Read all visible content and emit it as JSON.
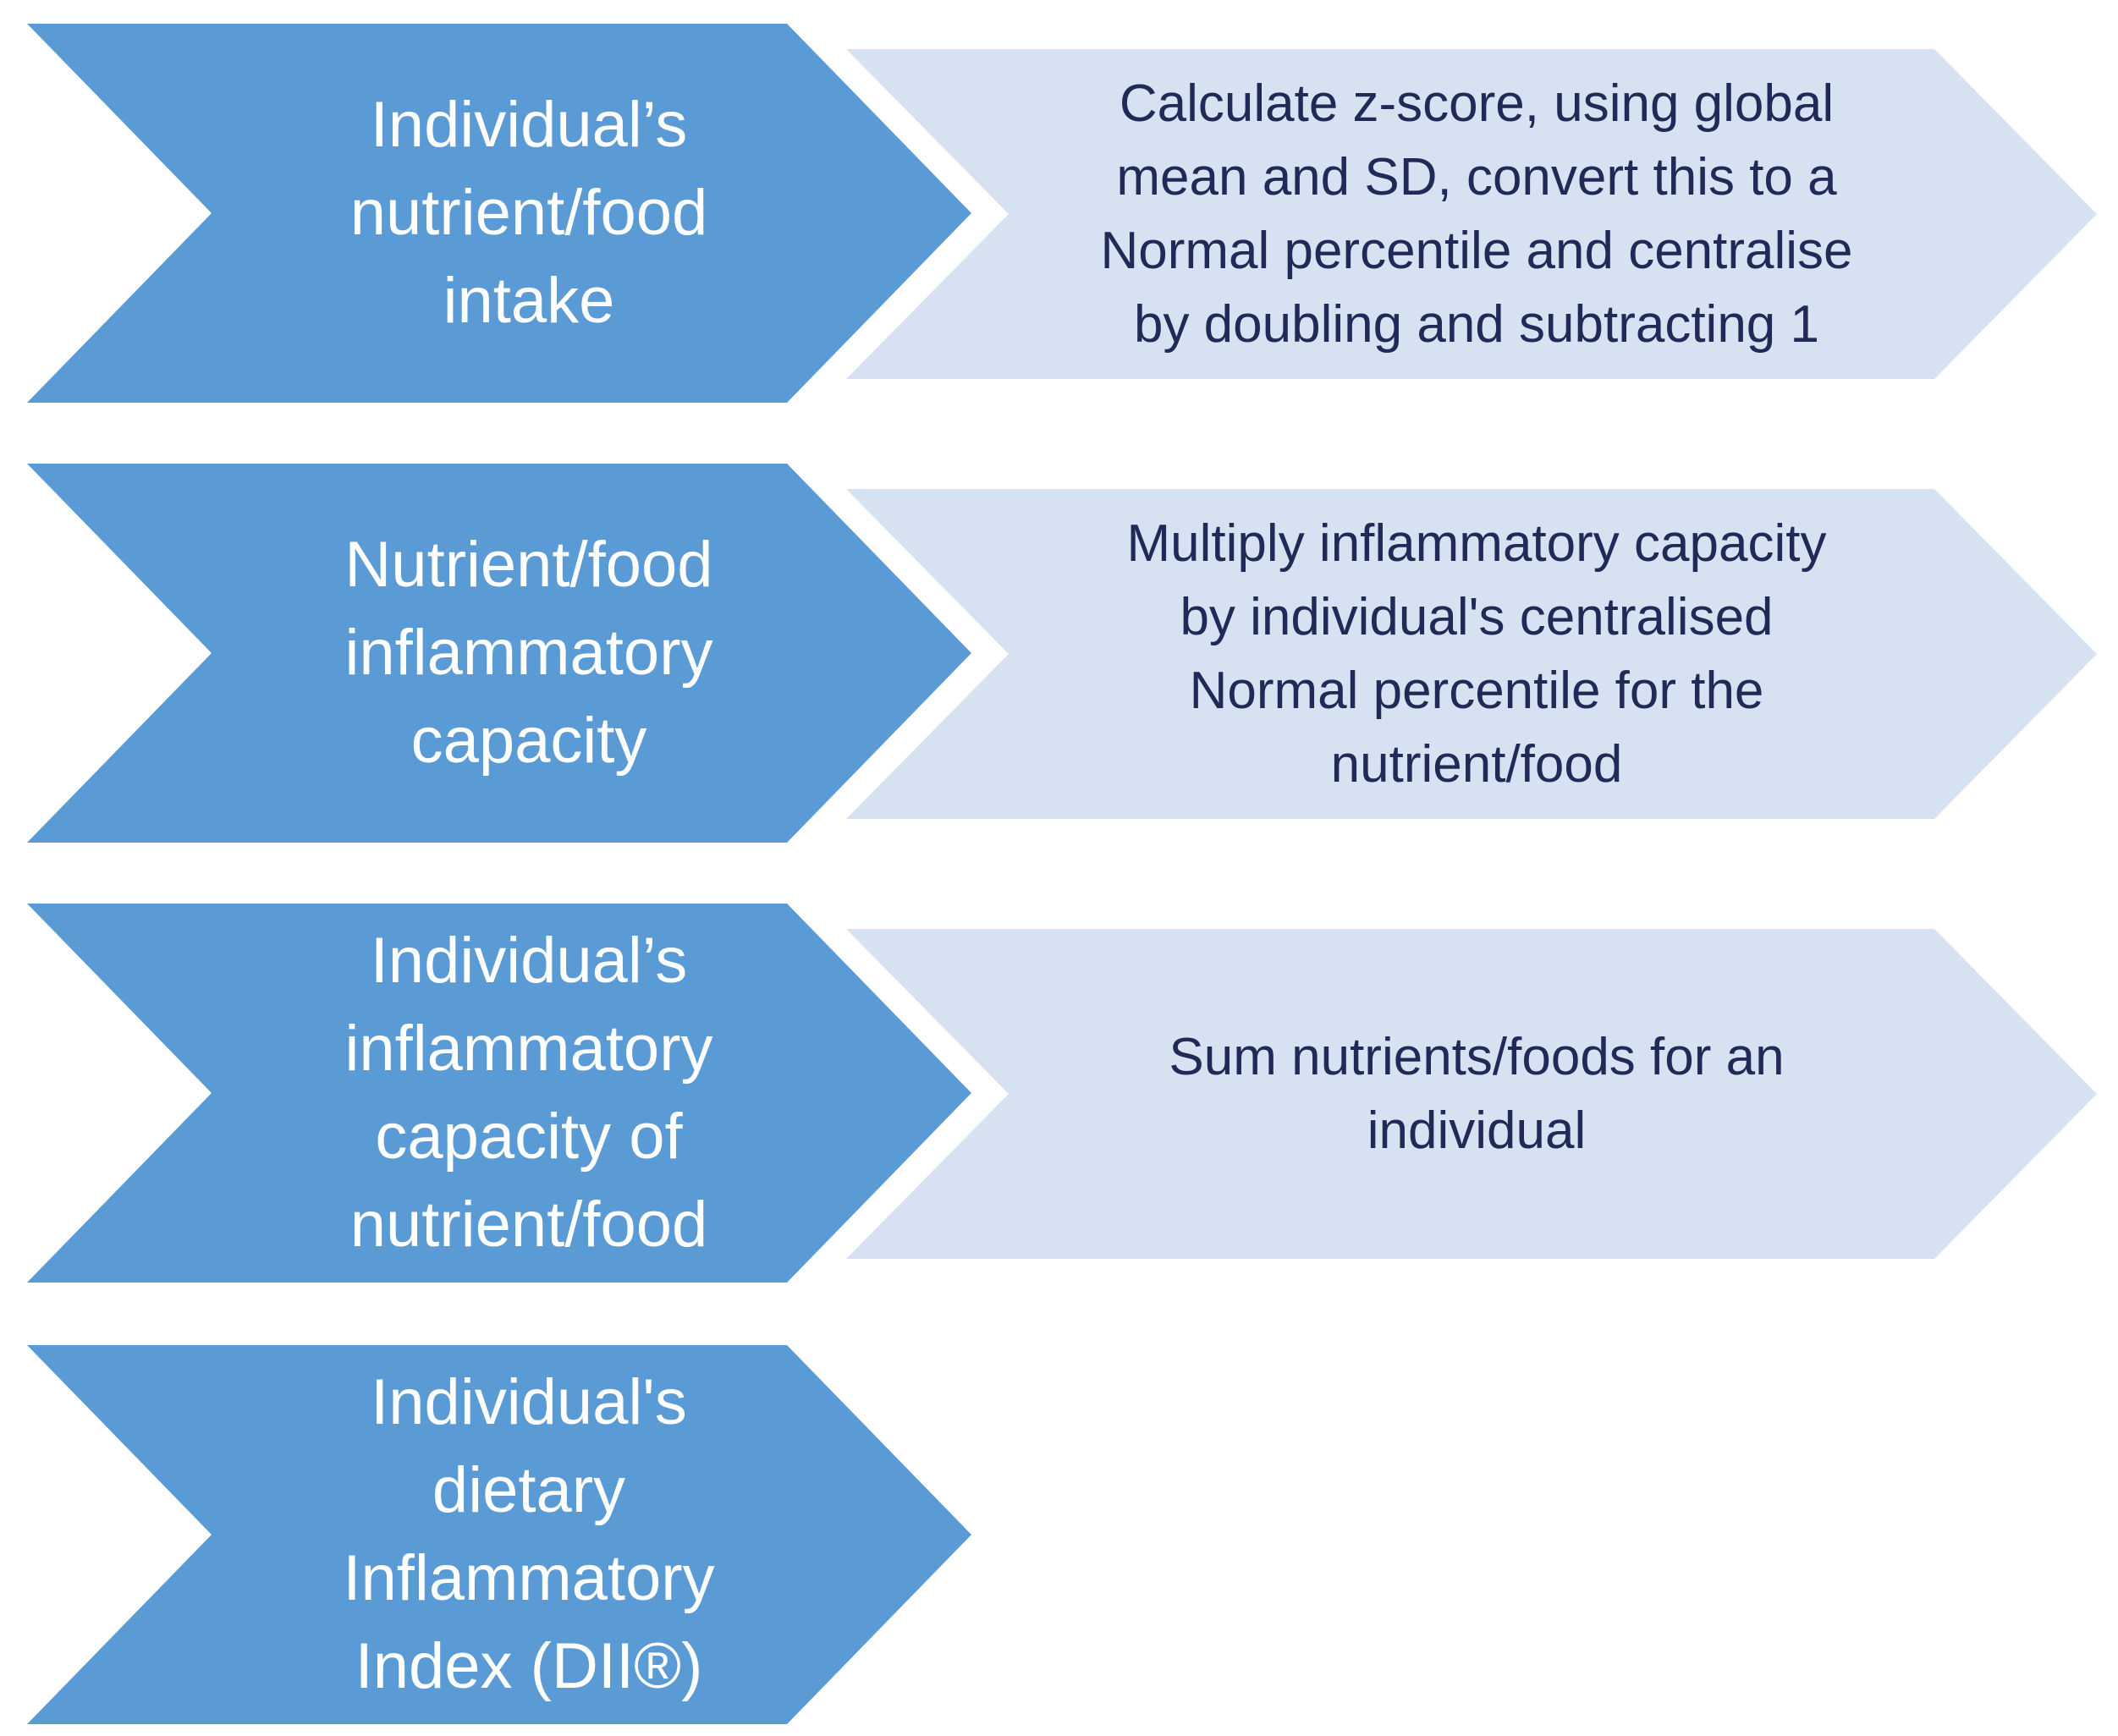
{
  "colors": {
    "dark_chevron": "#5b9bd5",
    "light_chevron": "#d6e1f1",
    "dark_text": "#ffffff",
    "light_text": "#1f2a56"
  },
  "steps": [
    {
      "label": "Individual’s\nnutrient/food\nintake",
      "note": "Calculate z-score, using global\nmean and SD, convert this to a\nNormal percentile and centralise\nby doubling and subtracting 1"
    },
    {
      "label": "Nutrient/food\ninflammatory\ncapacity",
      "note": "Multiply inflammatory capacity\nby individual's centralised\nNormal percentile for the\nnutrient/food"
    },
    {
      "label": "Individual’s\ninflammatory\ncapacity of\nnutrient/food",
      "note": "Sum nutrients/foods for an\nindividual"
    },
    {
      "label": "Individual's\ndietary\nInflammatory\nIndex (DII®)"
    }
  ]
}
